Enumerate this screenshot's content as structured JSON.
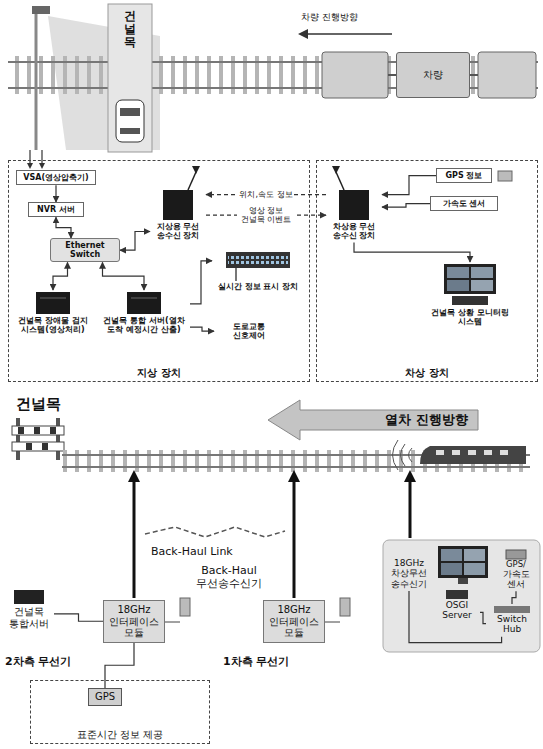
{
  "diagram": {
    "nodes": [
      {
        "text": [
          "건널목"
        ]
      },
      {
        "text": [
          "차량"
        ]
      },
      {
        "text": [
          "지상 장치"
        ]
      },
      {
        "text": [
          "차상 장치"
        ]
      },
      {
        "text": [
          "VSA(영상압축기)"
        ],
        "in": 2
      },
      {
        "text": [
          "NVR 서버"
        ],
        "in": 2
      },
      {
        "text": [
          "Ethernet Switch"
        ],
        "in": 2
      },
      {
        "text": [
          "지상용 무선 송수신 장치"
        ],
        "in": 2
      },
      {
        "text": [
          "건널목 장애물 검지 시스템(영상처리)"
        ],
        "in": 2
      },
      {
        "text": [
          "건널목 통합 서버(열차 도착 예정시간 산출)"
        ],
        "in": 2
      },
      {
        "text": [
          "실시간 정보 표시 장치"
        ],
        "in": 2
      },
      {
        "text": [
          "도로교통 신호제어"
        ],
        "in": 2
      },
      {
        "text": [
          "차상용 무선 송수신 장치"
        ],
        "in": 3
      },
      {
        "text": [
          "GPS 정보"
        ],
        "in": 3
      },
      {
        "text": [
          "가속도 센서"
        ],
        "in": 3
      },
      {
        "text": [
          "건널목 상황 모니터링 시스템"
        ],
        "in": 3
      },
      {
        "text": [
          "건널목"
        ]
      },
      {
        "text": [
          "열차 진행방향"
        ]
      },
      {
        "text": [
          "건널목 통합서버"
        ]
      },
      {
        "text": [
          "18GHz 인터페이스 모듈"
        ]
      },
      {
        "text": [
          "18GHz 인터페이스 모듈"
        ]
      },
      {
        "text": [
          "표준시간 정보 제공"
        ]
      },
      {
        "text": [
          "GPS"
        ],
        "in": 21
      },
      {
        "text": [
          "18GHz 차상무선 송수신기"
        ]
      },
      {
        "text": [
          "OSGI Server"
        ]
      },
      {
        "text": [
          "GPS/가속도 센서"
        ]
      },
      {
        "text": [
          "Switch Hub"
        ]
      }
    ],
    "edges": [
      {
        "from": 4,
        "to": 5,
        "arrow": "to"
      },
      {
        "from": 5,
        "to": 6,
        "arrow": "both"
      },
      {
        "from": 6,
        "to": 7,
        "arrow": "both"
      },
      {
        "from": 6,
        "to": 8,
        "arrow": "both"
      },
      {
        "from": 6,
        "to": 9,
        "arrow": "both"
      },
      {
        "from": 9,
        "to": 10,
        "arrow": "to"
      },
      {
        "from": 9,
        "to": 11,
        "arrow": "to"
      },
      {
        "from": 12,
        "to": 7,
        "label": "위치,속도 정보",
        "arrow": "to"
      },
      {
        "from": 7,
        "to": 12,
        "label": "영상 정보 건널목 이벤트",
        "arrow": "to"
      },
      {
        "from": 13,
        "to": 12,
        "arrow": "to"
      },
      {
        "from": 14,
        "to": 12,
        "arrow": "to"
      },
      {
        "from": 12,
        "to": 15,
        "arrow": "to"
      },
      {
        "from": 18,
        "to": 19,
        "arrow": "none"
      },
      {
        "from": 19,
        "to": 22,
        "arrow": "none"
      },
      {
        "from": 23,
        "to": 26,
        "arrow": "none"
      },
      {
        "from": 24,
        "to": 26,
        "arrow": "none"
      },
      {
        "from": 25,
        "to": 26,
        "arrow": "none"
      }
    ],
    "labels": [
      "차량 진행방향",
      "Back-Haul Link",
      "Back-Haul 무선송수신기",
      "2차측 무선기",
      "1차측 무선기"
    ]
  }
}
